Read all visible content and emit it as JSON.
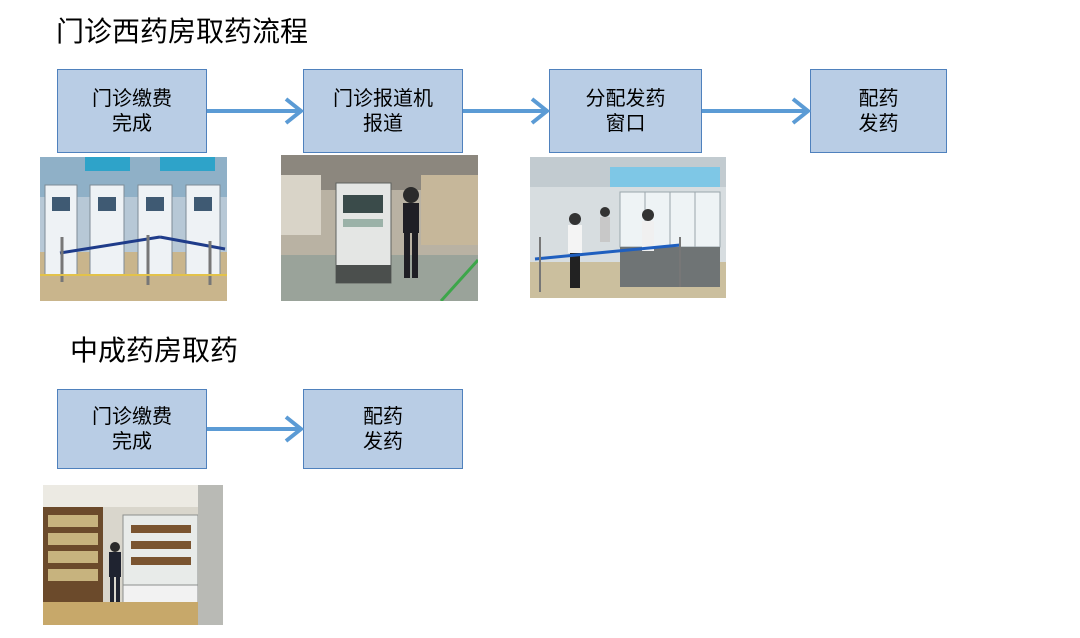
{
  "sections": {
    "west": {
      "title": "门诊西药房取药流程",
      "steps": [
        {
          "label": "门诊缴费\n完成"
        },
        {
          "label": "门诊报道机\n报道"
        },
        {
          "label": "分配发药\n窗口"
        },
        {
          "label": "配药\n发药"
        }
      ],
      "photos": [
        {
          "icon": "payment-kiosk-photo"
        },
        {
          "icon": "check-in-machine-photo"
        },
        {
          "icon": "pharmacy-window-photo"
        }
      ]
    },
    "chinese": {
      "title": "中成药房取药",
      "steps": [
        {
          "label": "门诊缴费\n完成"
        },
        {
          "label": "配药\n发药"
        }
      ],
      "photos": [
        {
          "icon": "chinese-pharmacy-photo"
        }
      ]
    }
  },
  "colors": {
    "box_fill": "#b9cde5",
    "box_border": "#4f81bd",
    "arrow": "#5b9bd5"
  }
}
